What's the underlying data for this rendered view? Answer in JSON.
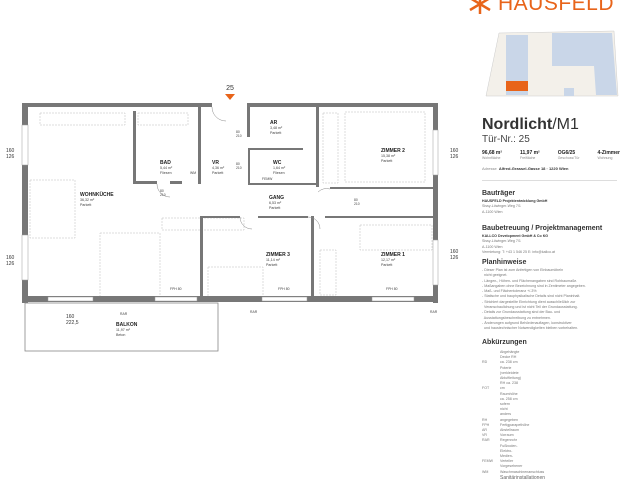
{
  "brand": {
    "name": "HAUSFELD",
    "color": "#e8641a"
  },
  "door_marker": "25",
  "rooms": [
    {
      "name": "WOHNKÜCHE",
      "area": "36,32 m²",
      "floor": "Parkett"
    },
    {
      "name": "BAD",
      "area": "5,44 m²",
      "floor": "Fliesen"
    },
    {
      "name": "VR",
      "area": "4,36 m²",
      "floor": "Parkett"
    },
    {
      "name": "AR",
      "area": "3,48 m²",
      "floor": "Parkett"
    },
    {
      "name": "WC",
      "area": "1,64 m²",
      "floor": "Fliesen"
    },
    {
      "name": "ZIMMER 2",
      "area": "15,38 m²",
      "floor": "Parkett"
    },
    {
      "name": "GANG",
      "area": "6,53 m²",
      "floor": "Parkett"
    },
    {
      "name": "ZIMMER 3",
      "area": "11,14 m²",
      "floor": "Parkett"
    },
    {
      "name": "ZIMMER 1",
      "area": "12,17 m²",
      "floor": "Parkett"
    },
    {
      "name": "BALKON",
      "area": "11,97 m²",
      "floor": "Beton"
    }
  ],
  "dims": {
    "window": "160",
    "window2": "126",
    "door_w": "80",
    "door_h": "210",
    "fph": "FPH 80",
    "rar": "RAR",
    "balk": "160",
    "balk2": "222,5",
    "wm": "WM",
    "ftw": "FEMW"
  },
  "header": {
    "project": "Nordlicht",
    "unit": "/M1",
    "door": "Tür-Nr.: 25"
  },
  "stats": [
    {
      "value": "96,68 m²",
      "label": "Wohnfläche"
    },
    {
      "value": "11,97 m²",
      "label": "Freifläche"
    },
    {
      "value": "OG6/25",
      "label": "Geschoss/Tür"
    },
    {
      "value": "4-Zimmer",
      "label": "Wohnung"
    }
  ],
  "address": {
    "label": "Adresse",
    "value": "Alfred-Grassel-Gasse 18 · 1220 Wien"
  },
  "developer": {
    "heading": "Bauträger",
    "name": "HAUSFELD Projektentwicklung GmbH",
    "lines": [
      "Sissy-Löwinger-Weg 7/1",
      "A-1100 Wien"
    ]
  },
  "pm": {
    "heading": "Baubetreuung / Projektmanagement",
    "name": "KALLCO Development GmbH & Co KG",
    "lines": [
      "Sissy-Löwinger-Weg 7/1",
      "A-1100 Wien",
      "Vermietung: T: +43 1 546 25  E: info@kallco.at"
    ]
  },
  "notes": {
    "heading": "Planhinweise",
    "lines": [
      "- Dieser Plan ist zum Anfertigen von Einbaumöbeln",
      "  nicht geeignet.",
      "- Längen-, Höhen- und Flächenangaben sind Rohbaumaße.",
      "- Maßangaben ohne Bezeichnung sind in Zentimeter angegeben.",
      "- Maß- und Flächentoleranz +/-3%",
      "- Statische und bauphysikalische Details sind nicht Planinhalt.",
      "- Strichlert dargestellte Einrichtung dient ausschließlich zur",
      "  Veranschaulichung und ist nicht Teil der Grundausstattung.",
      "- Details zur Grundausstattung sind der Bau- und",
      "  Ausstattungsbeschreibung zu entnehmen.",
      "- Änderungen aufgrund Behördenauflagen, konstruktiver",
      "  und haustechnischer Notwendigkeiten bleiben vorbehalten."
    ]
  },
  "abbr": {
    "heading": "Abkürzungen",
    "items": [
      {
        "k": "RD",
        "v": "Abgehängte Decke RH ca. 238 cm"
      },
      {
        "k": "FOT",
        "v": "Poterie (verkleidete Abluftleitung) RH ca. 238 cm"
      },
      {
        "k": "RH",
        "v": "Raumhöhe ca. 258 cm sofern nicht anders angegeben"
      },
      {
        "k": "FPH",
        "v": "Fertigparapethöhe"
      },
      {
        "k": "AR",
        "v": "Abstellraum"
      },
      {
        "k": "VR",
        "v": "Vorraum"
      },
      {
        "k": "RAR",
        "v": "Regenrohr"
      },
      {
        "k": "FEMW",
        "v": "Fußboden-Elektro-Medien-Verteiler"
      },
      {
        "k": "WM",
        "v": "Vorgesehener Waschmaschinenanschluss"
      },
      {
        "k": "",
        "v": "Sanitärinstallationen"
      }
    ]
  }
}
